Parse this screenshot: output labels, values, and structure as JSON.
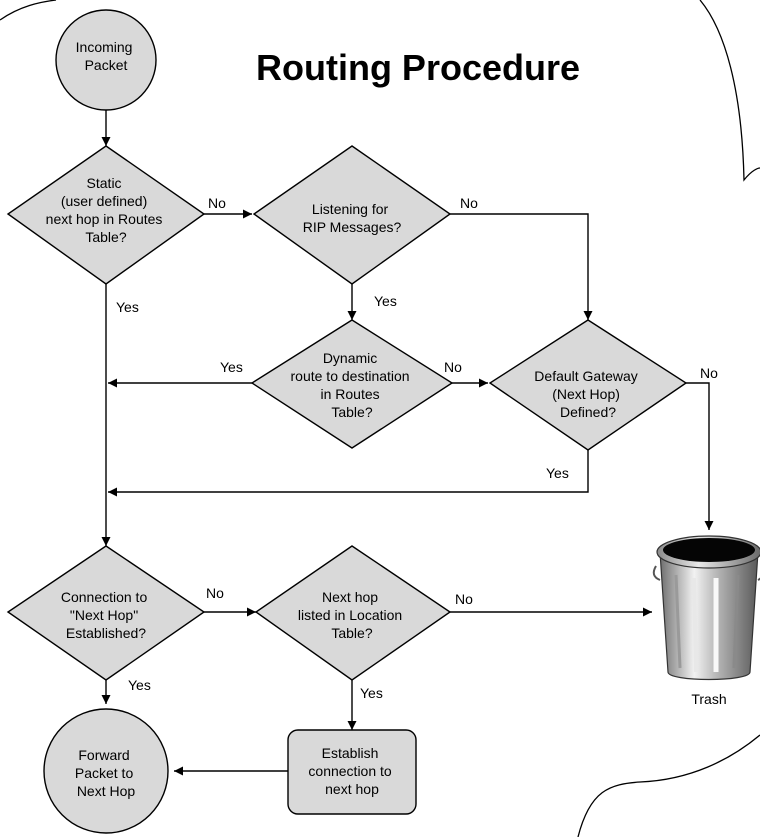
{
  "title": "Routing Procedure",
  "nodes": {
    "incoming_packet": [
      "Incoming",
      "Packet"
    ],
    "static_hop": [
      "Static",
      "(user defined)",
      "next hop in Routes",
      "Table?"
    ],
    "listening_rip": [
      "Listening for",
      "RIP Messages?"
    ],
    "dynamic_route": [
      "Dynamic",
      "route to destination",
      "in Routes",
      "Table?"
    ],
    "default_gateway": [
      "Default Gateway",
      "(Next Hop)",
      "Defined?"
    ],
    "connection_established": [
      "Connection to",
      "\"Next Hop\"",
      "Established?"
    ],
    "next_hop_location": [
      "Next hop",
      "listed in Location",
      "Table?"
    ],
    "establish_connection": [
      "Establish",
      "connection to",
      "next hop"
    ],
    "forward_packet": [
      "Forward",
      "Packet to",
      "Next Hop"
    ],
    "trash": "Trash"
  },
  "edge_labels": {
    "static_no": "No",
    "static_yes": "Yes",
    "rip_no": "No",
    "rip_yes": "Yes",
    "dynamic_yes": "Yes",
    "dynamic_no": "No",
    "gateway_no": "No",
    "gateway_yes": "Yes",
    "connection_no": "No",
    "connection_yes": "Yes",
    "location_no": "No",
    "location_yes": "Yes"
  },
  "colors": {
    "node_fill": "#d9d9d9",
    "stroke": "#000000"
  },
  "icons": {
    "trash": "trash-can-icon"
  }
}
